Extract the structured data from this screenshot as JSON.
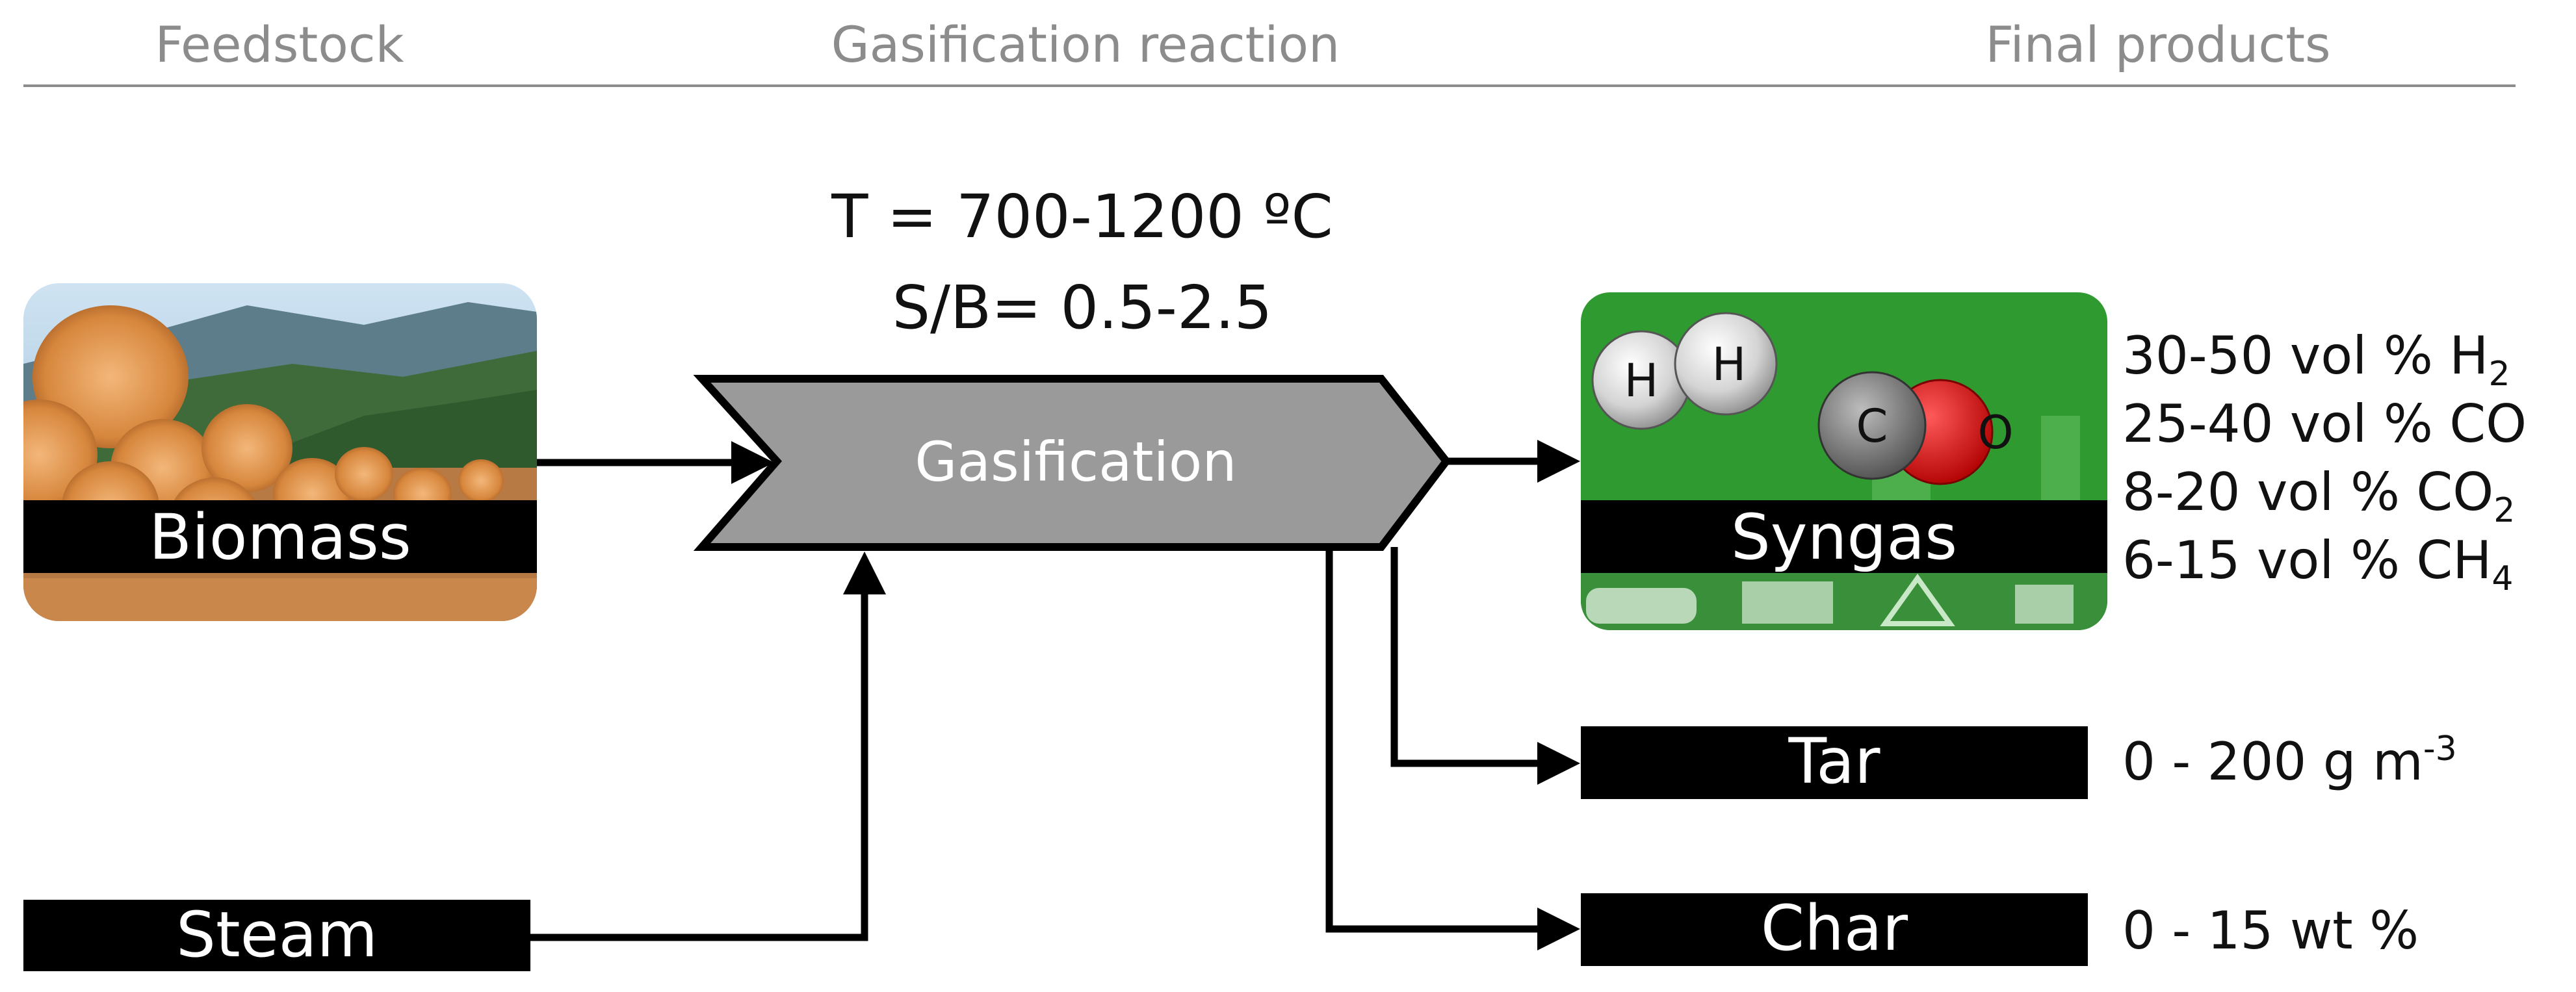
{
  "headers": {
    "feedstock": "Feedstock",
    "reaction": "Gasification reaction",
    "products": "Final products"
  },
  "conditions": {
    "temperature": "T = 700-1200 ºC",
    "steam_biomass": "S/B= 0.5-2.5"
  },
  "inputs": {
    "biomass": "Biomass",
    "steam": "Steam"
  },
  "process": {
    "label": "Gasification"
  },
  "products": {
    "syngas": {
      "label": "Syngas",
      "atoms": {
        "h": "H",
        "c": "C",
        "o": "O"
      },
      "composition": [
        {
          "range": "30-50 vol % H",
          "sub": "2"
        },
        {
          "range": "25-40 vol % CO",
          "sub": ""
        },
        {
          "range": "8-20 vol % CO",
          "sub": "2"
        },
        {
          "range": "6-15 vol % CH",
          "sub": "4"
        }
      ]
    },
    "tar": {
      "label": "Tar",
      "value": "0 - 200 g m",
      "sup": "-3"
    },
    "char": {
      "label": "Char",
      "value": "0 - 15 wt %"
    }
  },
  "colors": {
    "header_text": "#8c8c8c",
    "gasifier_fill": "#9a9a9a",
    "syngas_green": "#2f9a2f",
    "label_bar": "#000000",
    "oxygen_red": "#e01010"
  }
}
